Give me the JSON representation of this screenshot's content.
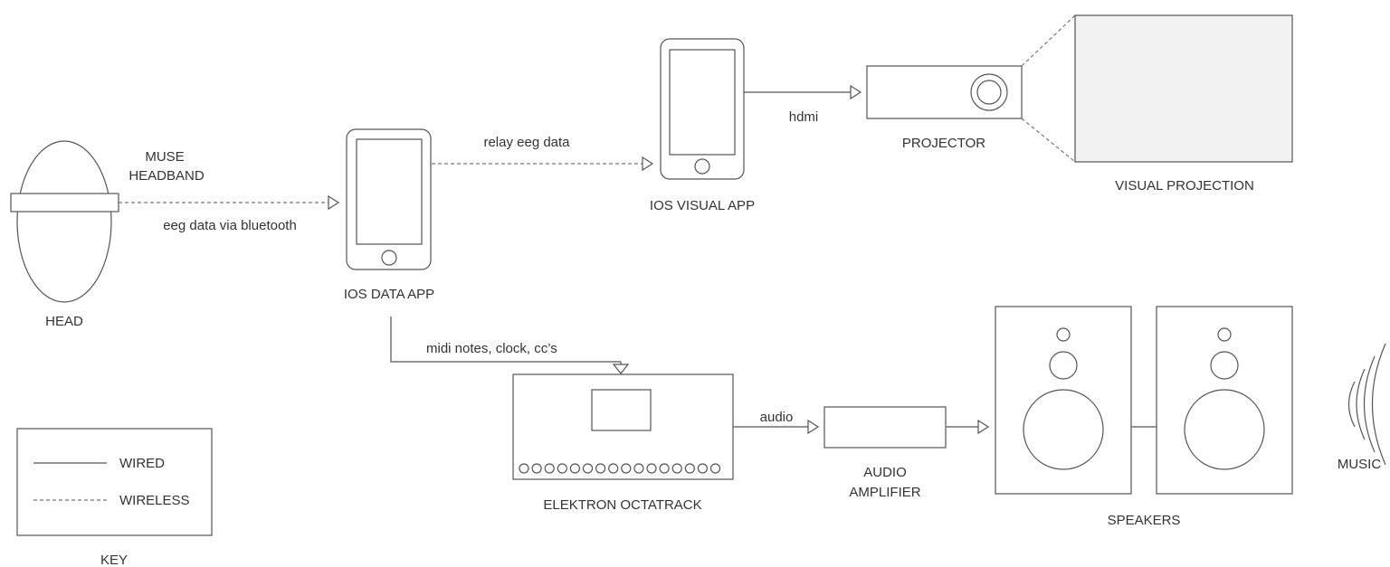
{
  "colors": {
    "line": "#555555",
    "text": "#333333",
    "projection_fill": "#f2f2f2"
  },
  "nodes": {
    "head": "HEAD",
    "muse_line1": "MUSE",
    "muse_line2": "HEADBAND",
    "ios_data_app": "IOS DATA APP",
    "ios_visual_app": "IOS VISUAL APP",
    "projector": "PROJECTOR",
    "visual_projection": "VISUAL PROJECTION",
    "octatrack": "ELEKTRON OCTATRACK",
    "amp_line1": "AUDIO",
    "amp_line2": "AMPLIFIER",
    "speakers": "SPEAKERS",
    "music": "MUSIC"
  },
  "edges": {
    "eeg_bluetooth": "eeg data via bluetooth",
    "relay": "relay eeg data",
    "hdmi": "hdmi",
    "midi": "midi notes, clock, cc’s",
    "audio": "audio"
  },
  "key": {
    "wired": "WIRED",
    "wireless": "WIRELESS",
    "title": "KEY"
  }
}
